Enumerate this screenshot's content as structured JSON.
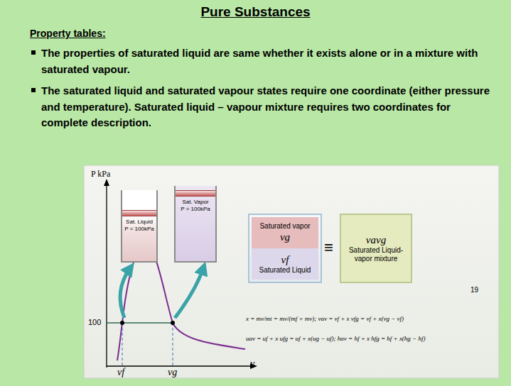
{
  "diagram": {
    "title": "Pure Substances",
    "nodes": [
      {
        "text": [
          "Sat. Liquid P = 100kPa"
        ]
      },
      {
        "text": [
          "Sat. Vapor P = 100kPa"
        ]
      },
      {
        "text": [
          "Saturated vapor",
          "vg"
        ]
      },
      {
        "text": [
          "vf",
          "Saturated Liquid"
        ]
      },
      {
        "text": [
          "vavg",
          "Saturated Liquid-vapor mixture"
        ]
      }
    ],
    "labels": [
      "Property tables:",
      "The properties of saturated liquid are same whether it exists alone or in a mixture with saturated vapour.",
      "The saturated liquid and saturated vapour states require one coordinate (either pressure and temperature). Saturated liquid – vapour mixture requires two coordinates for complete description.",
      "P kPa",
      "100",
      "vf",
      "vg",
      "v",
      "≡",
      "x = mv/mt = mv/(mf + mv); vav = vf + x vfg = vf + x(vg − vf)",
      "uav = uf + x ufg = uf + x(ug − uf); hav = hf + x hfg = hf + x(hg − hf)",
      "19"
    ]
  }
}
